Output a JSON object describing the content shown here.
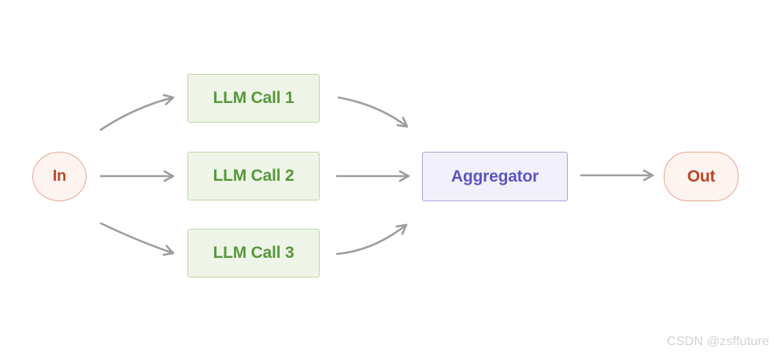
{
  "canvas": {
    "background": "#ffffff",
    "arrow_color": "#9d9d9d"
  },
  "diagram": {
    "nodes": {
      "in": {
        "label": "In",
        "shape": "circle",
        "fill": "#fdf3ef",
        "border_color": "#e8a691",
        "text_color": "#bc4827"
      },
      "llm_call_1": {
        "label": "LLM Call 1",
        "shape": "rectangle",
        "fill": "#eef5e8",
        "border_color": "#bcd8a5",
        "text_color": "#57983a"
      },
      "llm_call_2": {
        "label": "LLM Call 2",
        "shape": "rectangle",
        "fill": "#eef5e8",
        "border_color": "#bcd8a5",
        "text_color": "#57983a"
      },
      "llm_call_3": {
        "label": "LLM Call 3",
        "shape": "rectangle",
        "fill": "#eef5e8",
        "border_color": "#bcd8a5",
        "text_color": "#57983a"
      },
      "aggregator": {
        "label": "Aggregator",
        "shape": "rectangle",
        "fill": "#f2f1fb",
        "border_color": "#a9a4e2",
        "text_color": "#5c55c1"
      },
      "out": {
        "label": "Out",
        "shape": "pill",
        "fill": "#fdf3ef",
        "border_color": "#e8a691",
        "text_color": "#bc4827"
      }
    },
    "edges": [
      {
        "from": "in",
        "to": "llm_call_1"
      },
      {
        "from": "in",
        "to": "llm_call_2"
      },
      {
        "from": "in",
        "to": "llm_call_3"
      },
      {
        "from": "llm_call_1",
        "to": "aggregator"
      },
      {
        "from": "llm_call_2",
        "to": "aggregator"
      },
      {
        "from": "llm_call_3",
        "to": "aggregator"
      },
      {
        "from": "aggregator",
        "to": "out"
      }
    ]
  },
  "watermark": {
    "text": "CSDN @zsffuture",
    "color": "#d2d2d2"
  }
}
